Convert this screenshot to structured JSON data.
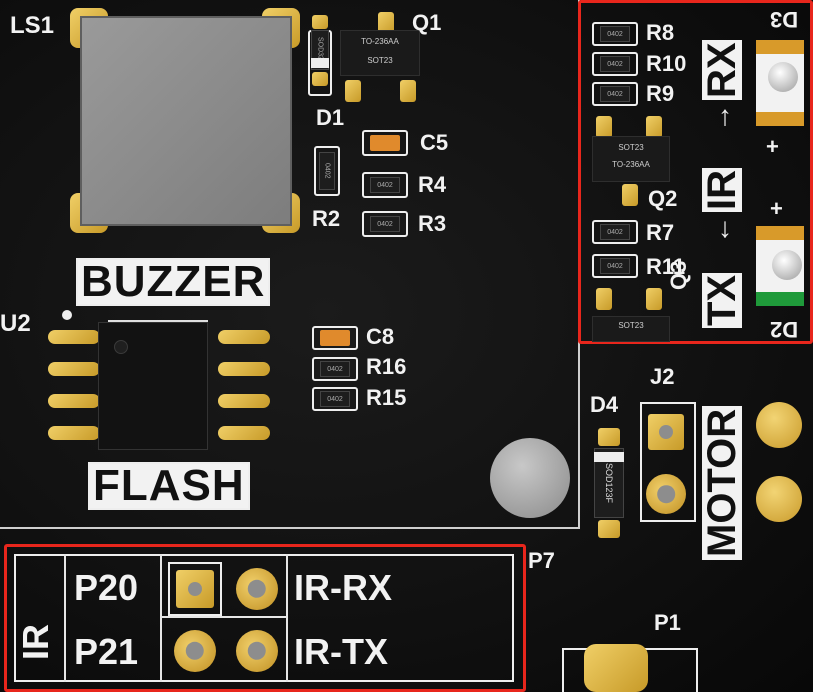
{
  "labels": {
    "ls1": "LS1",
    "q1": "Q1",
    "d1": "D1",
    "c5": "C5",
    "r2": "R2",
    "r4": "R4",
    "r3": "R3",
    "buzzer": "BUZZER",
    "u2": "U2",
    "c8": "C8",
    "r16": "R16",
    "r15": "R15",
    "flash": "FLASH",
    "r8": "R8",
    "r10": "R10",
    "r9": "R9",
    "q2": "Q2",
    "r7": "R7",
    "r11": "R11",
    "q3": "Q3",
    "d3": "D3",
    "d2": "D2",
    "rx": "RX",
    "ir": "IR",
    "tx": "TX",
    "plus": "+",
    "j2": "J2",
    "d4": "D4",
    "motor": "MOTOR",
    "p7": "P7",
    "p1": "P1"
  },
  "part_marks": {
    "sot23": "SOT23",
    "to236": "TO-236AA",
    "sod323": "SOD323",
    "sod123f": "SOD123F",
    "r0402": "0402"
  },
  "connector_table": {
    "side_label": "IR",
    "rows": [
      {
        "pin": "P20",
        "signal": "IR-RX"
      },
      {
        "pin": "P21",
        "signal": "IR-TX"
      }
    ]
  },
  "colors": {
    "highlight": "#e8261c",
    "silkscreen": "#f2f2f2",
    "pad": "#d8ac3c",
    "board": "#111111"
  }
}
